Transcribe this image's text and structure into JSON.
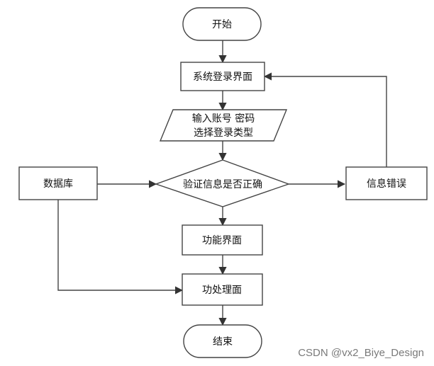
{
  "flowchart": {
    "nodes": {
      "start": "开始",
      "login": "系统登录界面",
      "input_line1": "输入账号 密码",
      "input_line2": "选择登录类型",
      "decision": "验证信息是否正确",
      "database": "数据库",
      "error": "信息错误",
      "function": "功能界面",
      "process": "功处理面",
      "end": "结束"
    }
  },
  "watermark": "CSDN @vx2_Biye_Design"
}
